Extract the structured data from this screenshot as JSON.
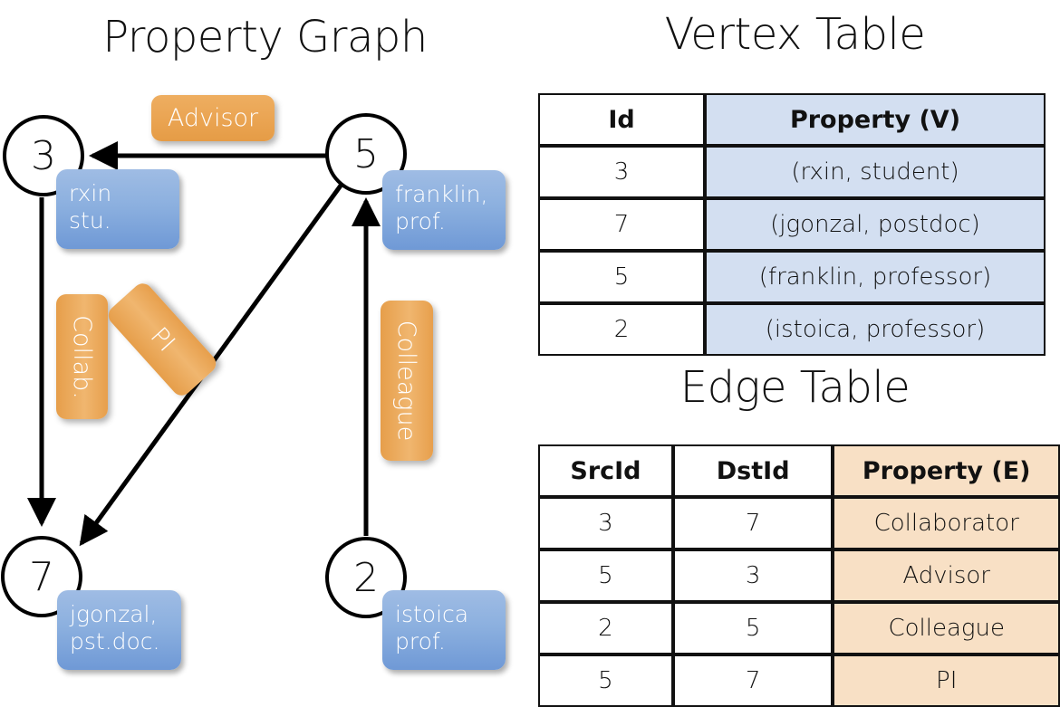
{
  "titles": {
    "property_graph": "Property Graph",
    "vertex_table": "Vertex Table",
    "edge_table": "Edge Table"
  },
  "graph": {
    "nodes": [
      {
        "id": "3",
        "property": "rxin\nstu.",
        "line1": "rxin",
        "line2": "stu."
      },
      {
        "id": "5",
        "property": "franklin,\nprof.",
        "line1": "franklin,",
        "line2": "prof."
      },
      {
        "id": "7",
        "property": "jgonzal,\npst.doc.",
        "line1": "jgonzal,",
        "line2": "pst.doc."
      },
      {
        "id": "2",
        "property": "istoica\nprof.",
        "line1": "istoica",
        "line2": "prof."
      }
    ],
    "edge_labels": [
      {
        "name": "advisor",
        "text": "Advisor",
        "from": "5",
        "to": "3"
      },
      {
        "name": "collab",
        "text": "Collab.",
        "from": "3",
        "to": "7"
      },
      {
        "name": "pi",
        "text": "PI",
        "from": "5",
        "to": "7"
      },
      {
        "name": "colleague",
        "text": "Colleague",
        "from": "2",
        "to": "5"
      }
    ]
  },
  "vertex_table": {
    "headers": [
      "Id",
      "Property (V)"
    ],
    "rows": [
      [
        "3",
        "(rxin, student)"
      ],
      [
        "7",
        "(jgonzal, postdoc)"
      ],
      [
        "5",
        "(franklin, professor)"
      ],
      [
        "2",
        "(istoica, professor)"
      ]
    ]
  },
  "edge_table": {
    "headers": [
      "SrcId",
      "DstId",
      "Property (E)"
    ],
    "rows": [
      [
        "3",
        "7",
        "Collaborator"
      ],
      [
        "5",
        "3",
        "Advisor"
      ],
      [
        "2",
        "5",
        "Colleague"
      ],
      [
        "5",
        "7",
        "PI"
      ]
    ]
  },
  "colors": {
    "vertex_header_fill": "#d3dff1",
    "edge_header_fill": "#f8e0c5",
    "node_box_blue": "#8cb0df",
    "edge_label_orange": "#eaa452",
    "stroke": "#111111",
    "background": "#ffffff"
  }
}
